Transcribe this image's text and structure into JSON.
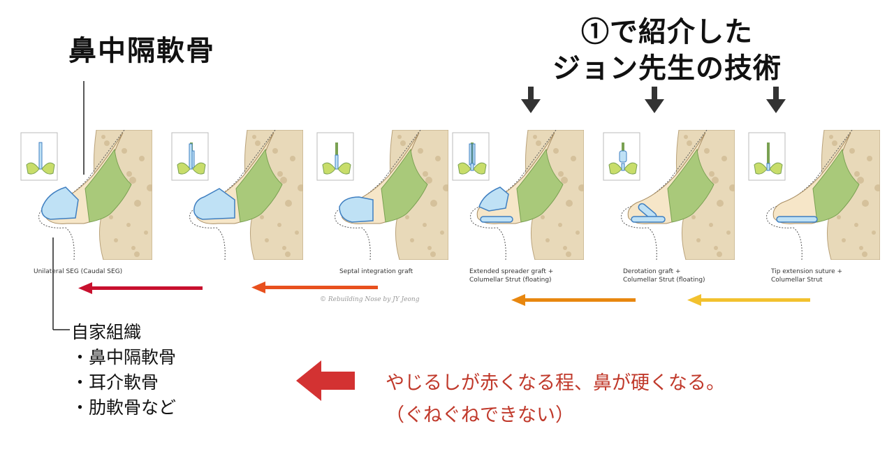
{
  "heading": "鼻中隔軟骨",
  "title": {
    "line1": "①で紹介した",
    "line2": "ジョン先生の技術"
  },
  "panels": [
    {
      "caption": [
        "Unilateral SEG (Caudal SEG)"
      ]
    },
    {
      "caption": []
    },
    {
      "caption": [
        "Septal integration graft"
      ]
    },
    {
      "caption": [
        "Extended spreader graft +",
        "Columellar Strut (floating)"
      ]
    },
    {
      "caption": [
        "Derotation graft +",
        "Columellar Strut (floating)"
      ]
    },
    {
      "caption": [
        "Tip extension suture +",
        "Columellar Strut"
      ]
    }
  ],
  "copyright": "© Rebuilding Nose by JY Jeong",
  "legend": {
    "title": "自家組織",
    "items": [
      "・鼻中隔軟骨",
      "・耳介軟骨",
      "・肋軟骨など"
    ]
  },
  "note": {
    "line1": "やじるしが赤くなる程、鼻が硬くなる。",
    "line2": "（ぐねぐねできない）"
  },
  "colors": {
    "red": "#c8102e",
    "orange_red": "#e8501e",
    "orange": "#e8870f",
    "yellow": "#f2c12e",
    "big_arrow": "#d33232",
    "cartilage": "#a9c97a",
    "graft": "#bfe1f5",
    "graft_stroke": "#3f7fc1",
    "note_text": "#c0392b"
  }
}
